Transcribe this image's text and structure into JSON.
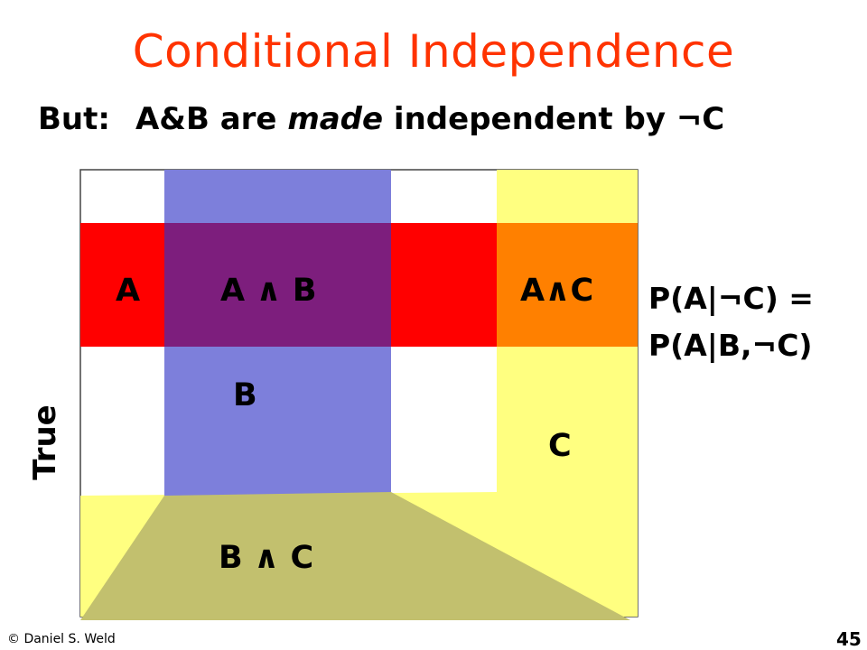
{
  "slide": {
    "title": "Conditional Independence",
    "subtitle_lead": "But:",
    "subtitle_pre": "A&B are ",
    "subtitle_emph": "made",
    "subtitle_post": " independent by ¬C"
  },
  "diagram": {
    "regions": {
      "a": "A",
      "a_and_b": "A ∧ B",
      "a_and_c": "A∧C",
      "b": "B",
      "c": "C",
      "b_and_c": "B ∧ C"
    },
    "axis_label": "True",
    "colors": {
      "a": "#ff0000",
      "b": "#7d7fdb",
      "c": "#ffff80",
      "a_and_b": "#7d1e7d",
      "a_and_c": "#ff8000",
      "b_and_c": "#c2c06e"
    }
  },
  "formula": {
    "line1": "P(A|¬C) =",
    "line2": "P(A|B,¬C)"
  },
  "footer": {
    "copyright": "© Daniel S. Weld",
    "page": "45"
  }
}
